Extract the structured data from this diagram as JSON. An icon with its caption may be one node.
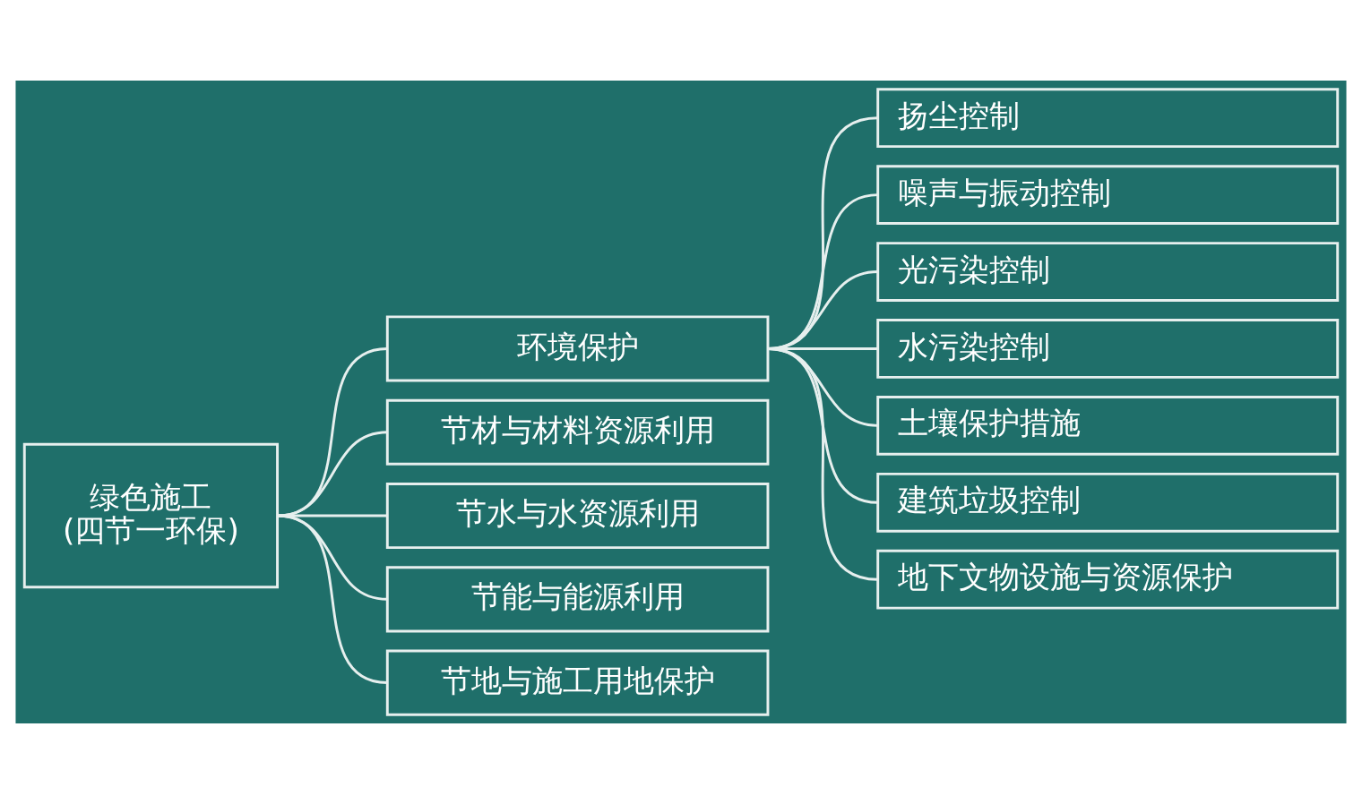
{
  "diagram": {
    "nodes": [
      {
        "text": [
          "绿色施工 (四节一环保)"
        ]
      },
      {
        "text": [
          "环境保护"
        ]
      },
      {
        "text": [
          "节材与材料资源利用"
        ]
      },
      {
        "text": [
          "节水与水资源利用"
        ]
      },
      {
        "text": [
          "节能与能源利用"
        ]
      },
      {
        "text": [
          "节地与施工用地保护"
        ]
      },
      {
        "text": [
          "扬尘控制"
        ]
      },
      {
        "text": [
          "噪声与振动控制"
        ]
      },
      {
        "text": [
          "光污染控制"
        ]
      },
      {
        "text": [
          "水污染控制"
        ]
      },
      {
        "text": [
          "土壤保护措施"
        ]
      },
      {
        "text": [
          "建筑垃圾控制"
        ]
      },
      {
        "text": [
          "地下文物设施与资源保护"
        ]
      }
    ],
    "edges": [
      {
        "from": 0,
        "to": 1,
        "arrow": "none"
      },
      {
        "from": 0,
        "to": 2,
        "arrow": "none"
      },
      {
        "from": 0,
        "to": 3,
        "arrow": "none"
      },
      {
        "from": 0,
        "to": 4,
        "arrow": "none"
      },
      {
        "from": 0,
        "to": 5,
        "arrow": "none"
      },
      {
        "from": 1,
        "to": 6,
        "arrow": "none"
      },
      {
        "from": 1,
        "to": 7,
        "arrow": "none"
      },
      {
        "from": 1,
        "to": 8,
        "arrow": "none"
      },
      {
        "from": 1,
        "to": 9,
        "arrow": "none"
      },
      {
        "from": 1,
        "to": 10,
        "arrow": "none"
      },
      {
        "from": 1,
        "to": 11,
        "arrow": "none"
      },
      {
        "from": 1,
        "to": 12,
        "arrow": "none"
      }
    ]
  }
}
